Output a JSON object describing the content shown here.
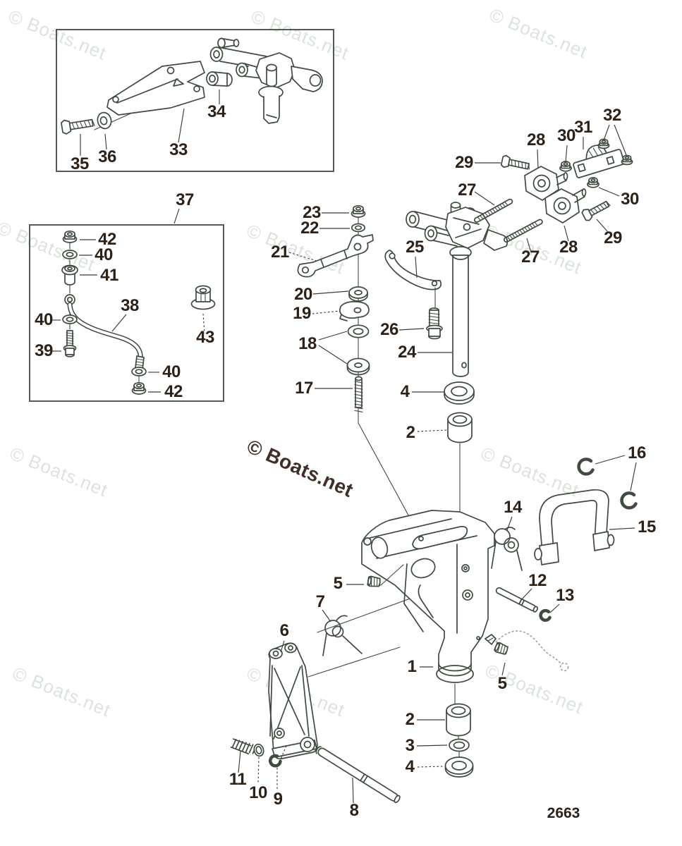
{
  "figure": {
    "number": "2663"
  },
  "watermark": {
    "text": "© Boats.net",
    "light_color": "#dce3dc",
    "dark_color": "#412f27"
  },
  "colors": {
    "line": "#3f4a40",
    "label": "#2e2118",
    "leader": "#3f3a34",
    "cable": "#98a398",
    "bg": "#ffffff"
  },
  "callouts": {
    "1": "1",
    "2": "2",
    "3": "3",
    "4": "4",
    "5": "5",
    "6": "6",
    "7": "7",
    "8": "8",
    "9": "9",
    "10": "10",
    "11": "11",
    "12": "12",
    "13": "13",
    "14": "14",
    "15": "15",
    "16": "16",
    "17": "17",
    "18": "18",
    "19": "19",
    "20": "20",
    "21": "21",
    "22": "22",
    "23": "23",
    "24": "24",
    "25": "25",
    "26": "26",
    "27": "27",
    "28": "28",
    "29": "29",
    "30": "30",
    "31": "31",
    "32": "32",
    "33": "33",
    "34": "34",
    "35": "35",
    "36": "36",
    "37": "37",
    "38": "38",
    "39": "39",
    "40": "40",
    "41": "41",
    "42": "42",
    "43": "43"
  }
}
